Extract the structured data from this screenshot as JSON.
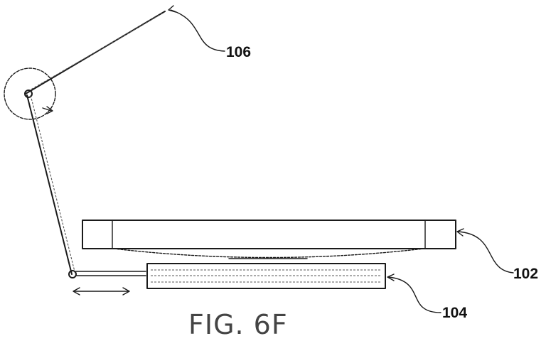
{
  "figure": {
    "caption": "FIG. 6F",
    "references": {
      "arm_tip": "106",
      "upper_plate": "102",
      "lower_plate": "104"
    }
  }
}
